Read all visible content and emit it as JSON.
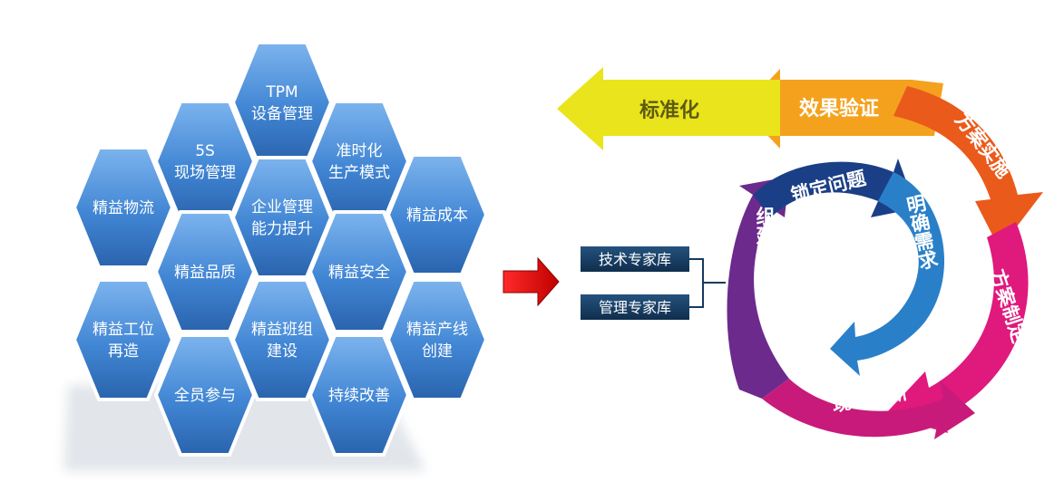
{
  "hexagons": [
    {
      "id": "tpm",
      "lines": [
        "TPM",
        "设备管理"
      ]
    },
    {
      "id": "5s",
      "lines": [
        "5S",
        "现场管理"
      ]
    },
    {
      "id": "jit",
      "lines": [
        "准时化",
        "生产模式"
      ]
    },
    {
      "id": "logistics",
      "lines": [
        "精益物流"
      ]
    },
    {
      "id": "enterprise",
      "lines": [
        "企业管理",
        "能力提升"
      ]
    },
    {
      "id": "cost",
      "lines": [
        "精益成本"
      ]
    },
    {
      "id": "quality",
      "lines": [
        "精益品质"
      ]
    },
    {
      "id": "safety",
      "lines": [
        "精益安全"
      ]
    },
    {
      "id": "workstation",
      "lines": [
        "精益工位",
        "再造"
      ]
    },
    {
      "id": "team",
      "lines": [
        "精益班组",
        "建设"
      ]
    },
    {
      "id": "line",
      "lines": [
        "精益产线",
        "创建"
      ]
    },
    {
      "id": "all",
      "lines": [
        "全员参与"
      ]
    },
    {
      "id": "improve",
      "lines": [
        "持续改善"
      ]
    }
  ],
  "top_arrows": {
    "standardize": "标准化",
    "verify": "效果验证"
  },
  "expert_libraries": [
    "技术专家库",
    "管理专家库"
  ],
  "cycle": {
    "inner": {
      "lock": "锁定问题",
      "needs": "明确需求",
      "team": "组建团队",
      "diagnosis": "现场诊断"
    },
    "outer": {
      "implement": "方案实施",
      "formulate": "方案制定"
    }
  },
  "colors": {
    "hex_fill": "#3d7fd0",
    "hex_light": "#6ea8e8",
    "red_arrow": "#e10000",
    "yellow": "#e9e41c",
    "orange": "#f4a21e",
    "orange_red": "#ea5a1a",
    "magenta": "#e0197d",
    "purple": "#6c2a8c",
    "navy": "#1b3f86",
    "blue": "#2a80c8",
    "library_box": "#163a5e"
  }
}
